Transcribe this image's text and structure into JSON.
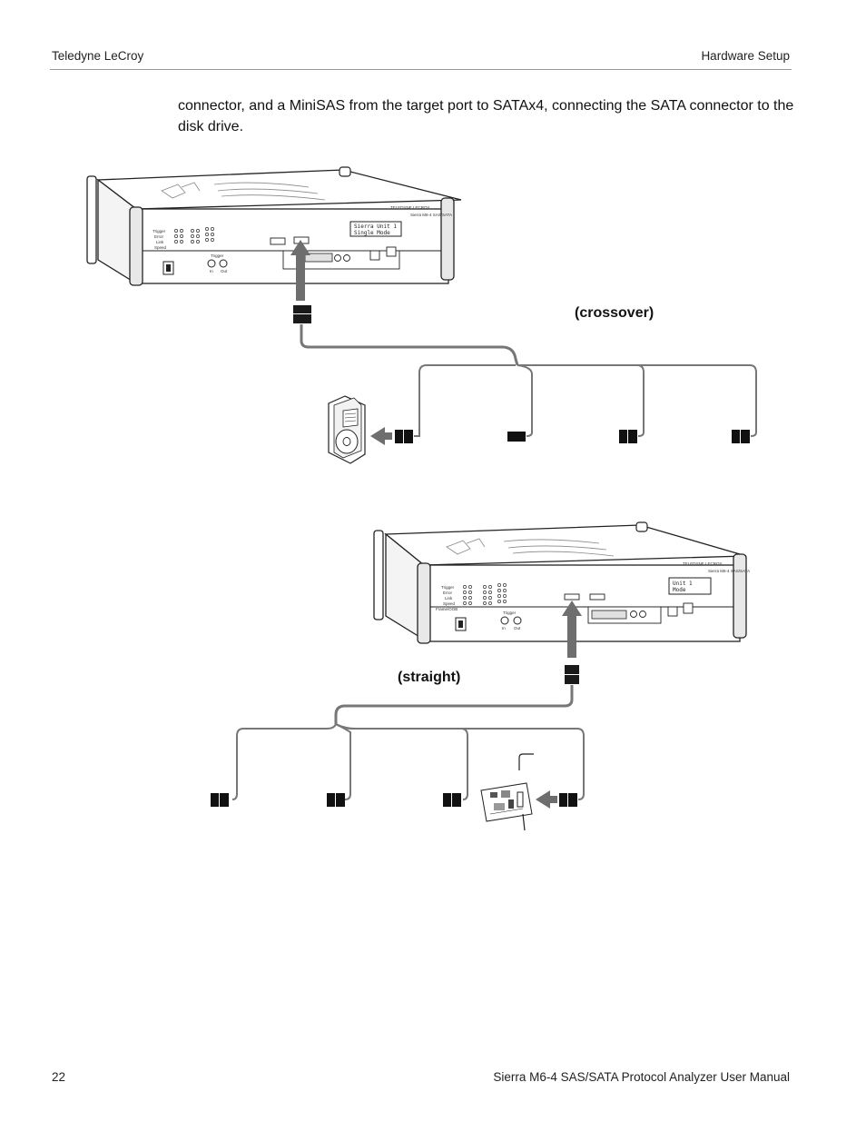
{
  "header": {
    "left": "Teledyne LeCroy",
    "right": "Hardware Setup"
  },
  "body_text": "connector, and a MiniSAS from the target port to SATAx4, connecting the SATA connector to the disk drive.",
  "figure": {
    "label_crossover": "(crossover)",
    "label_straight": "(straight)",
    "top_unit": {
      "brand": "TELEDYNE LECROY",
      "model": "Sierra M6-4 SAS/SATA",
      "lcd_line1": "Sierra Unit 1",
      "lcd_line2": "Single Mode"
    },
    "bottom_unit": {
      "brand": "TELEDYNE LECROY",
      "model": "Sierra M6-4 SAS/SATA",
      "lcd_line1": "Unit 1",
      "lcd_line2": "Mode"
    },
    "led_labels": [
      "Trigger",
      "Error",
      "Link",
      "Speed",
      "Frame/OOB"
    ],
    "trigger_label": "Trigger",
    "trigger_in": "In",
    "trigger_out": "Out"
  },
  "footer": {
    "page_number": "22",
    "manual_title": "Sierra M6-4 SAS/SATA Protocol Analyzer User Manual"
  }
}
